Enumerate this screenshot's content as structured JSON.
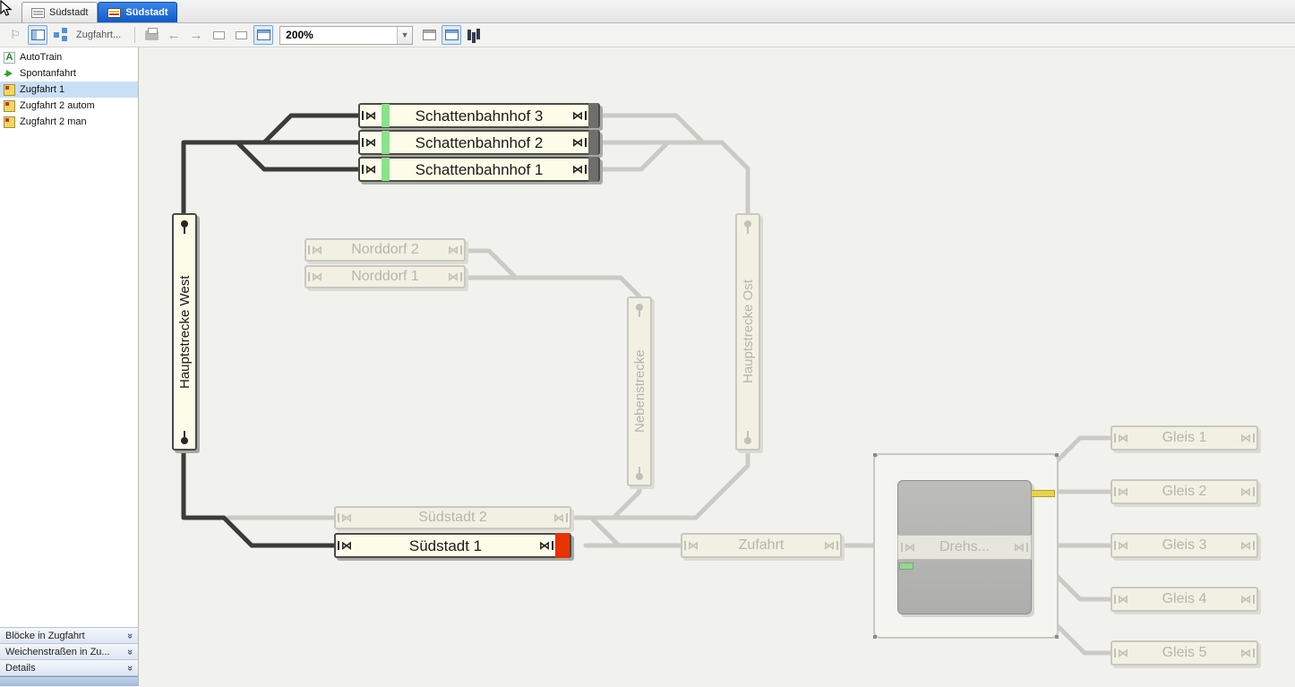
{
  "tabs": [
    {
      "label": "Südstadt",
      "active": false
    },
    {
      "label": "Südstadt",
      "active": true
    }
  ],
  "toolbar": {
    "view_label": "Zugfahrt...",
    "zoom_value": "200%"
  },
  "sidebar": {
    "items": [
      {
        "label": "AutoTrain",
        "icon": "autotrain-icon",
        "icon_letter": "A",
        "selected": false
      },
      {
        "label": "Spontanfahrt",
        "icon": "spontanfahrt-icon",
        "selected": false
      },
      {
        "label": "Zugfahrt 1",
        "icon": "zugfahrt-icon",
        "selected": true
      },
      {
        "label": "Zugfahrt 2 autom",
        "icon": "zugfahrt-icon",
        "selected": false
      },
      {
        "label": "Zugfahrt 2 man",
        "icon": "zugfahrt-icon",
        "selected": false
      }
    ],
    "panels": [
      {
        "label": "Blöcke in Zugfahrt"
      },
      {
        "label": "Weichenstraßen in Zu..."
      },
      {
        "label": "Details"
      }
    ]
  },
  "canvas": {
    "blocks": {
      "schatten3": {
        "label": "Schattenbahnhof 3",
        "state": "active"
      },
      "schatten2": {
        "label": "Schattenbahnhof 2",
        "state": "active"
      },
      "schatten1": {
        "label": "Schattenbahnhof 1",
        "state": "active"
      },
      "hw_west": {
        "label": "Hauptstrecke West",
        "state": "active"
      },
      "norddorf2": {
        "label": "Norddorf 2",
        "state": "inactive"
      },
      "norddorf1": {
        "label": "Norddorf 1",
        "state": "inactive"
      },
      "nebenstrecke": {
        "label": "Nebenstrecke",
        "state": "inactive"
      },
      "hs_ost": {
        "label": "Hauptstrecke Ost",
        "state": "inactive"
      },
      "suedstadt2": {
        "label": "Südstadt 2",
        "state": "inactive"
      },
      "suedstadt1": {
        "label": "Südstadt 1",
        "state": "active"
      },
      "zufahrt": {
        "label": "Zufahrt",
        "state": "inactive"
      },
      "drehscheibe": {
        "label": "Drehs...",
        "state": "inactive"
      },
      "gleis1": {
        "label": "Gleis 1",
        "state": "inactive"
      },
      "gleis2": {
        "label": "Gleis 2",
        "state": "inactive"
      },
      "gleis3": {
        "label": "Gleis 3",
        "state": "inactive"
      },
      "gleis4": {
        "label": "Gleis 4",
        "state": "inactive"
      },
      "gleis5": {
        "label": "Gleis 5",
        "state": "inactive"
      }
    }
  },
  "colors": {
    "active_tab": "#0f5ac8",
    "selected_row": "#c9dff5",
    "block_active_bg": "#fcfce8",
    "block_inactive_text": "#b6b5ad",
    "green_marker": "#8ae28a",
    "red_marker": "#e83200",
    "track_active": "#3b3b3a",
    "track_inactive": "#cbcac5"
  }
}
